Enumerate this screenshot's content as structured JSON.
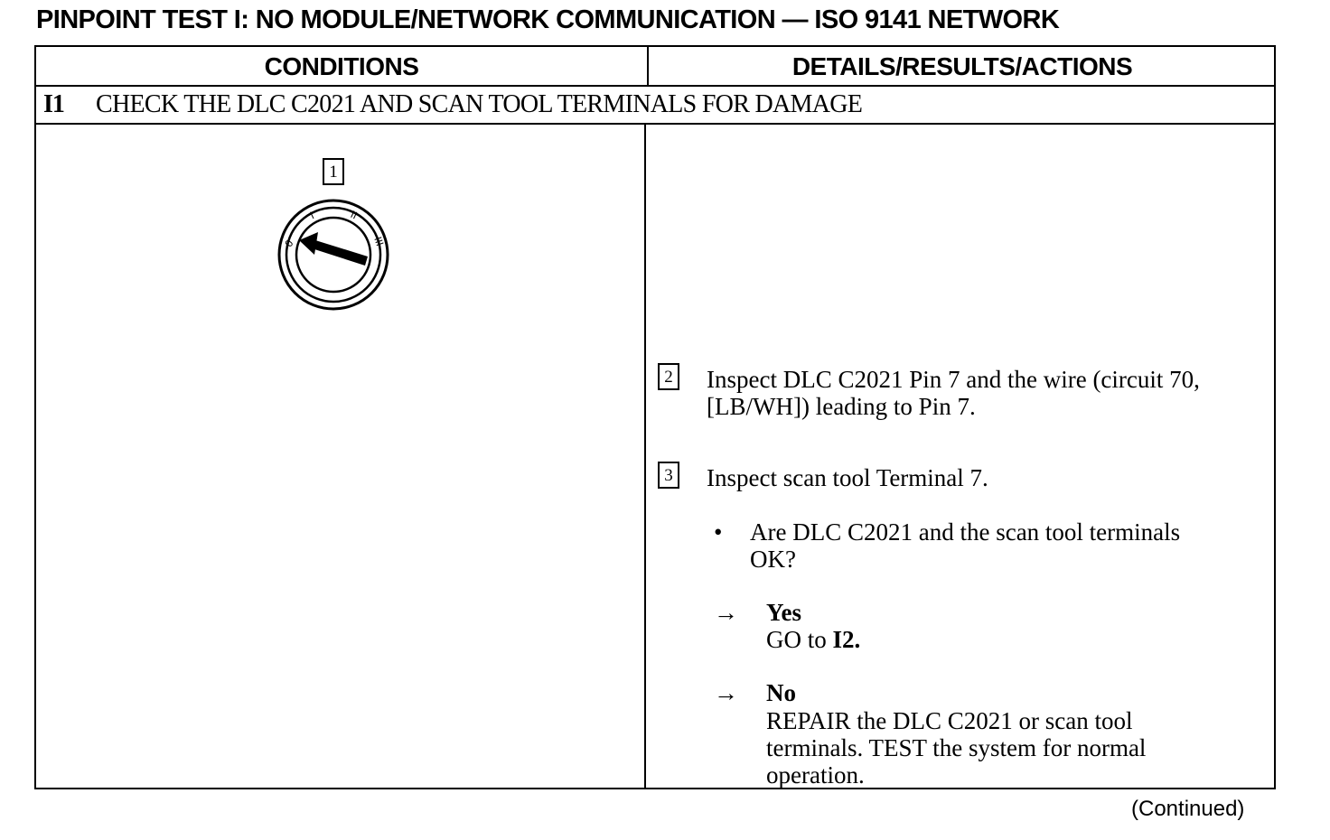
{
  "title": "PINPOINT TEST I:  NO MODULE/NETWORK COMMUNICATION — ISO 9141 NETWORK",
  "table": {
    "headers": {
      "conditions": "CONDITIONS",
      "details": "DETAILS/RESULTS/ACTIONS"
    },
    "step": {
      "id": "I1",
      "title": "CHECK THE DLC C2021 AND SCAN TOOL TERMINALS FOR DAMAGE"
    }
  },
  "conditions": {
    "callout": "1",
    "ignition_positions": [
      "0",
      "I",
      "II",
      "III"
    ],
    "ignition_selected": "0",
    "icon": "ignition-switch-icon"
  },
  "details": {
    "steps": [
      {
        "callout": "2",
        "text_line1": "Inspect DLC C2021 Pin 7 and the wire (circuit 70,",
        "text_line2": "[LB/WH]) leading to Pin 7."
      },
      {
        "callout": "3",
        "text_line1": "Inspect scan tool Terminal 7."
      }
    ],
    "question_line1": "Are DLC C2021 and the scan tool terminals",
    "question_line2": "OK?",
    "yes": {
      "label": "Yes",
      "action_prefix": "GO to ",
      "action_target": "I2."
    },
    "no": {
      "label": "No",
      "line1": "REPAIR the DLC C2021 or scan tool",
      "line2": "terminals. TEST the system for normal",
      "line3": "operation."
    }
  },
  "footer": {
    "continued": "(Continued)"
  }
}
